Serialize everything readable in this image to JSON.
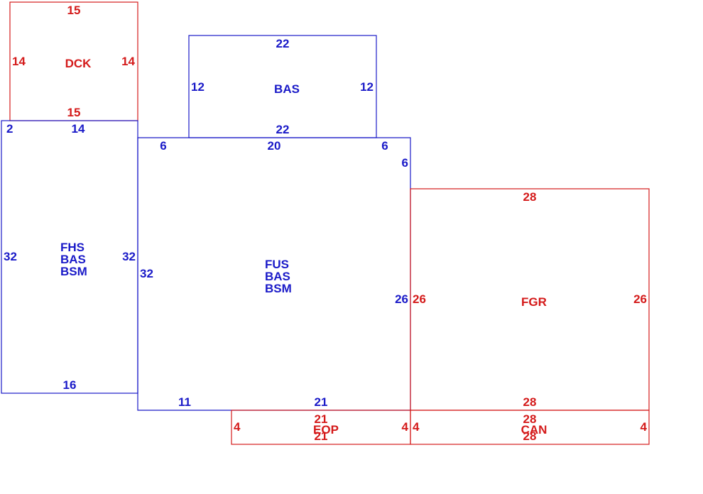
{
  "colors": {
    "blue": "#1a1ac8",
    "red": "#d41a1a",
    "background": "#ffffff"
  },
  "areas": {
    "dck": {
      "label": "DCK",
      "top": "15",
      "bottom": "15",
      "left": "14",
      "right": "14"
    },
    "bas_top": {
      "label": "BAS",
      "top": "22",
      "bottom": "22",
      "left": "12",
      "right": "12"
    },
    "fhs": {
      "label1": "FHS",
      "label2": "BAS",
      "label3": "BSM",
      "top_left": "2",
      "top": "14",
      "left": "32",
      "right": "32",
      "bottom": "16"
    },
    "fus": {
      "label1": "FUS",
      "label2": "BAS",
      "label3": "BSM",
      "top_left": "6",
      "top": "20",
      "top_right": "6",
      "right_upper": "6",
      "left": "32",
      "right": "26",
      "bottom_left": "11",
      "bottom": "21"
    },
    "fgr": {
      "label": "FGR",
      "top": "28",
      "bottom": "28",
      "left": "26",
      "right": "26"
    },
    "eop": {
      "label": "EOP",
      "top": "21",
      "bottom": "21",
      "left": "4",
      "right": "4"
    },
    "can": {
      "label": "CAN",
      "top": "28",
      "bottom": "28",
      "left": "4",
      "right": "4"
    }
  }
}
